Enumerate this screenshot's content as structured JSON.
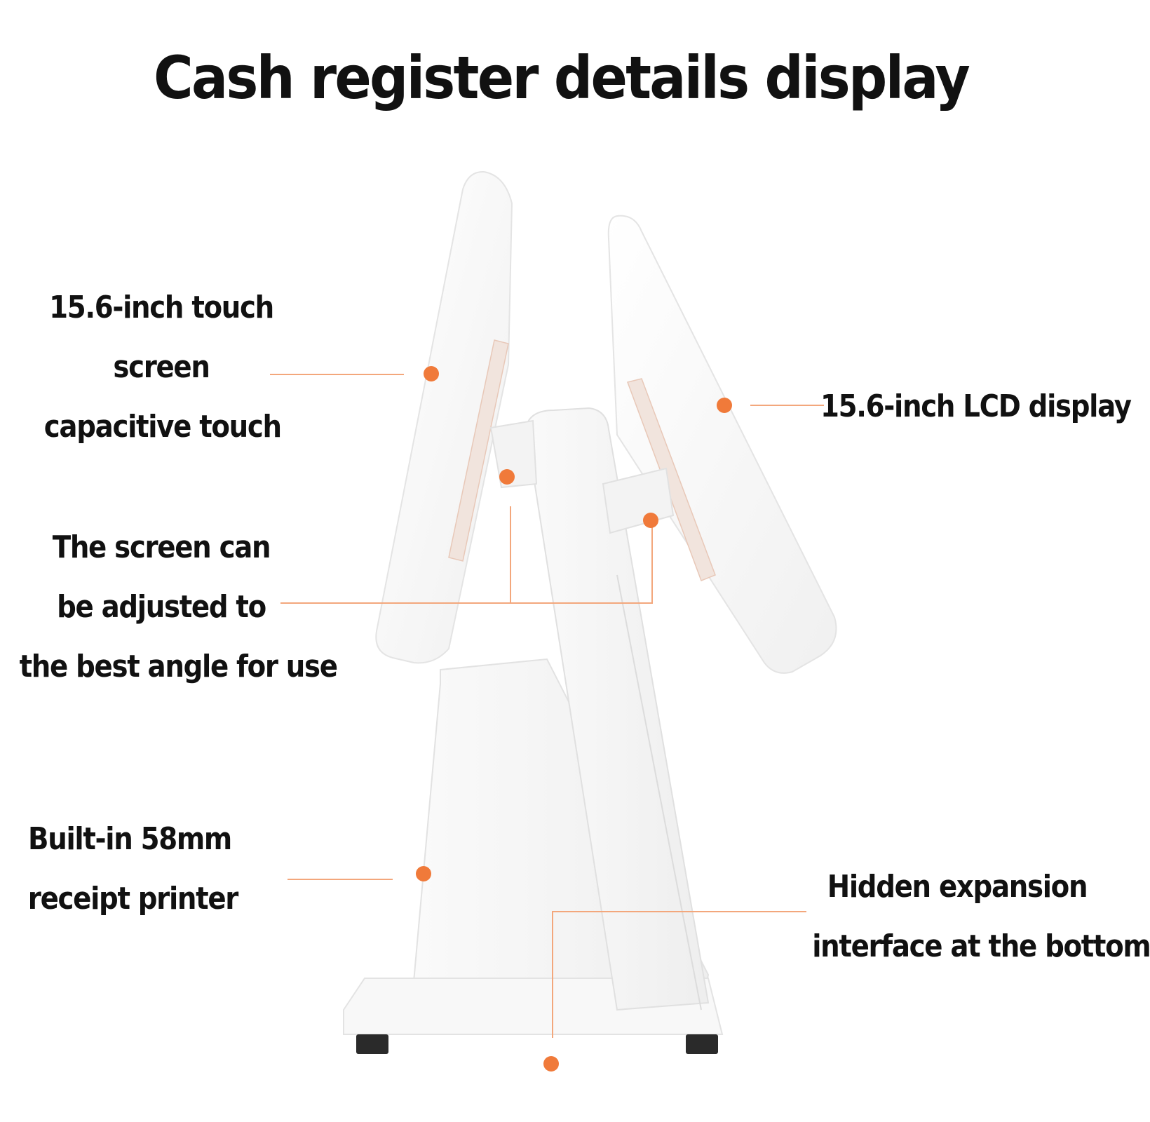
{
  "title": "Cash register details display",
  "callouts": {
    "touch_screen": {
      "lines": [
        "15.6-inch touch",
        "screen",
        "capacitive touch"
      ]
    },
    "lcd_display": {
      "lines": [
        "15.6-inch LCD display"
      ]
    },
    "adjustable": {
      "lines": [
        "The screen can",
        "be adjusted to",
        "the best angle for use"
      ]
    },
    "printer": {
      "lines": [
        "Built-in 58mm",
        "receipt printer"
      ]
    },
    "expansion": {
      "lines": [
        "Hidden expansion",
        "interface at the bottom"
      ]
    }
  },
  "colors": {
    "accent": "#f07a3a",
    "leader_line": "#f3a77c",
    "device_body": "#f7f7f7",
    "device_outline": "#e6e6e6",
    "feet": "#2a2a2a"
  }
}
